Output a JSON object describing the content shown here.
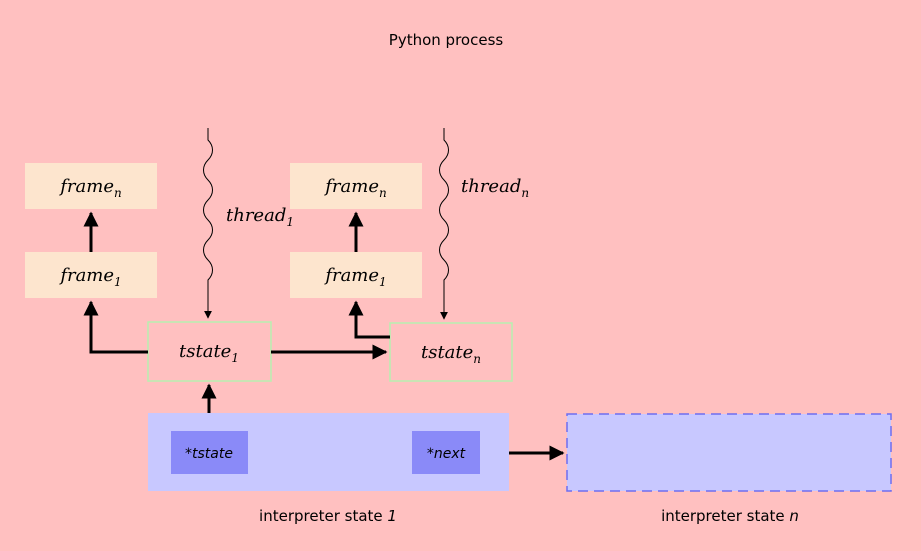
{
  "title": "Python process",
  "frames": {
    "left_top": {
      "base": "frame",
      "sub": "n"
    },
    "left_bot": {
      "base": "frame",
      "sub": "1"
    },
    "right_top": {
      "base": "frame",
      "sub": "n"
    },
    "right_bot": {
      "base": "frame",
      "sub": "1"
    }
  },
  "threads": {
    "t1": {
      "base": "thread",
      "sub": "1"
    },
    "tn": {
      "base": "thread",
      "sub": "n"
    }
  },
  "tstates": {
    "t1": {
      "base": "tstate",
      "sub": "1"
    },
    "tn": {
      "base": "tstate",
      "sub": "n"
    }
  },
  "interpreter_1": {
    "tstate_ptr": "*tstate",
    "next_ptr": "*next",
    "label_prefix": "interpreter state ",
    "label_index": "1"
  },
  "interpreter_n": {
    "label_prefix": "interpreter state ",
    "label_index": "n"
  },
  "colors": {
    "background": "#ffc0c0",
    "frame_fill": "#fde5ce",
    "tstate_border": "#b7f0b0",
    "interp_fill": "#c8c8ff",
    "pointer_fill": "#8a8af8",
    "dashed_border": "#6e6ef0"
  }
}
